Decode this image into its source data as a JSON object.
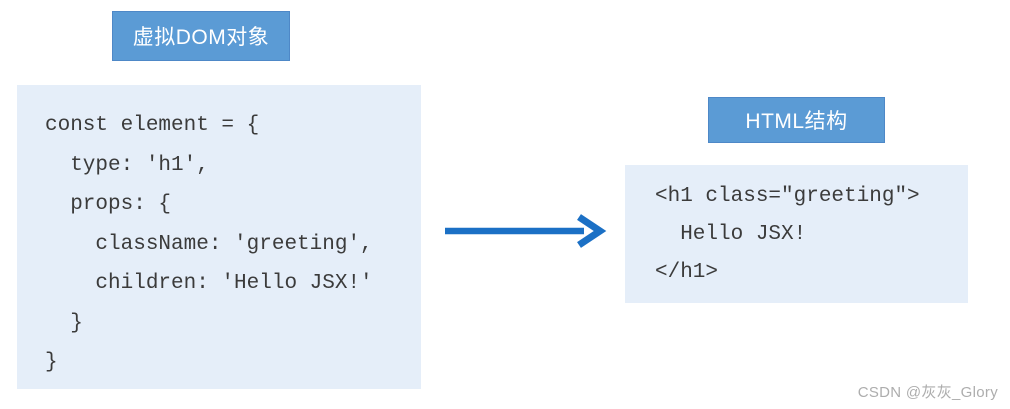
{
  "left_panel": {
    "label": "虚拟DOM对象",
    "code_lines": [
      "const element = {",
      "  type: 'h1',",
      "  props: {",
      "    className: 'greeting',",
      "    children: 'Hello JSX!'",
      "  }",
      "}"
    ]
  },
  "right_panel": {
    "label": "HTML结构",
    "code_lines": [
      "<h1 class=\"greeting\">",
      "  Hello JSX!",
      "</h1>"
    ]
  },
  "arrow": {
    "direction": "right",
    "color": "#1B70C5"
  },
  "watermark": "CSDN @灰灰_Glory",
  "colors": {
    "label_bg": "#5B9BD5",
    "label_border": "#4E88C7",
    "label_text": "#FFFFFF",
    "code_bg": "#E5EEF9",
    "code_text": "#3B3B3B",
    "arrow": "#1B70C5",
    "watermark": "#ADADAD"
  }
}
